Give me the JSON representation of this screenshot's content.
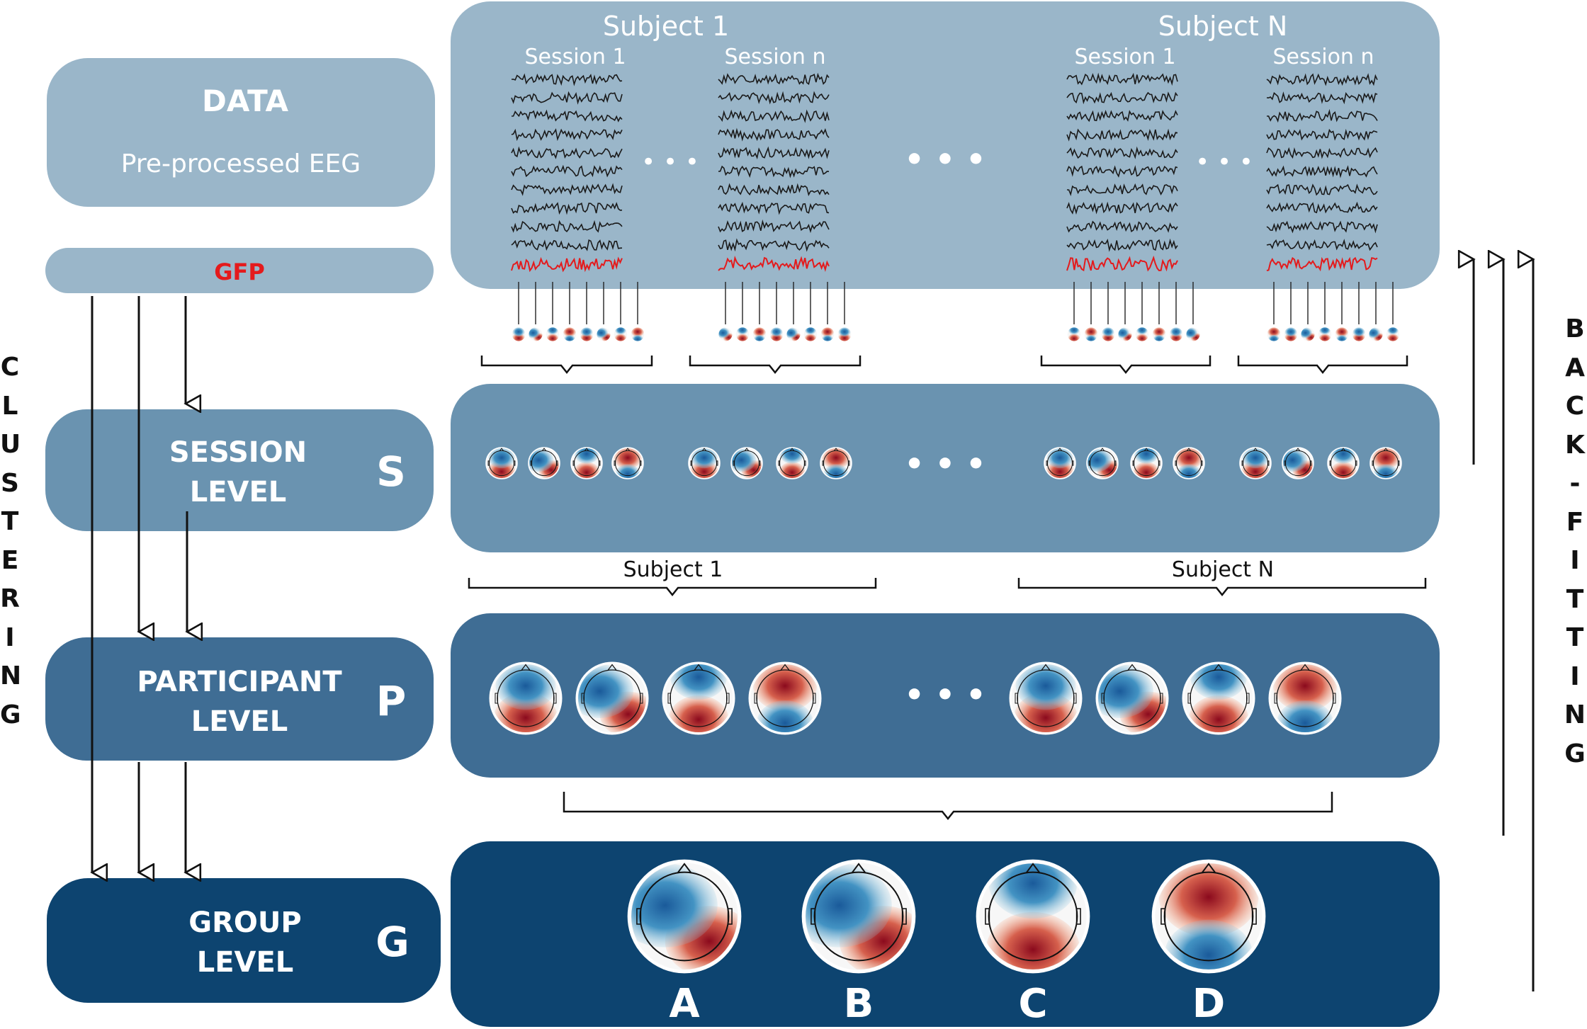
{
  "colors": {
    "data_tier": "#9ab6c9",
    "session_tier": "#6a93b0",
    "participant_tier": "#3f6d94",
    "group_tier": "#0d4470",
    "gfp_trace": "#e41a1c",
    "map_red": "#b2182b",
    "map_blue": "#2166ac"
  },
  "levels": {
    "data": {
      "title": "DATA",
      "subtitle": "Pre-processed EEG"
    },
    "gfp": {
      "label": "GFP"
    },
    "session": {
      "line1": "SESSION",
      "line2": "LEVEL",
      "letter": "S"
    },
    "participant": {
      "line1": "PARTICIPANT",
      "line2": "LEVEL",
      "letter": "P"
    },
    "group": {
      "line1": "GROUP",
      "line2": "LEVEL",
      "letter": "G"
    }
  },
  "data_panel": {
    "subjects": [
      {
        "label": "Subject 1",
        "sessions": [
          "Session 1",
          "Session n"
        ]
      },
      {
        "label": "Subject N",
        "sessions": [
          "Session 1",
          "Session n"
        ]
      }
    ],
    "ellipsis": "• • •"
  },
  "session_panel": {
    "ellipsis": "• • •"
  },
  "subject_braces": [
    "Subject 1",
    "Subject N"
  ],
  "participant_panel": {
    "ellipsis": "• • •"
  },
  "group_maps": [
    "A",
    "B",
    "C",
    "D"
  ],
  "side_labels": {
    "clustering": [
      "C",
      "L",
      "U",
      "S",
      "T",
      "E",
      "R",
      "I",
      "N",
      "G"
    ],
    "backfitting": [
      "B",
      "A",
      "C",
      "K",
      "-",
      "F",
      "I",
      "T",
      "T",
      "I",
      "N",
      "G"
    ]
  }
}
